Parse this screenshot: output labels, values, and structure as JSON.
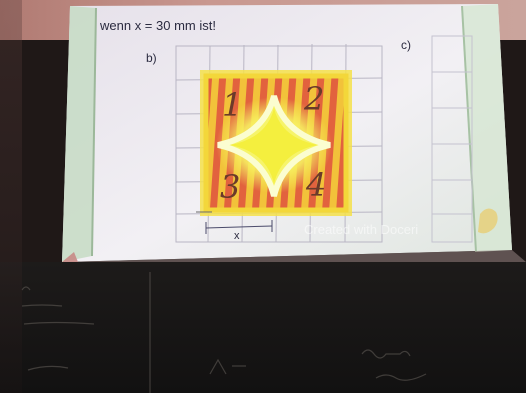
{
  "slide": {
    "heading": "wenn x = 30 mm ist!",
    "label_b": "b)",
    "label_c": "c)",
    "dimension_label": "x",
    "watermark": "Created with Doceri",
    "quadrant_numbers": [
      "1",
      "2",
      "3",
      "4"
    ]
  },
  "colors": {
    "wall": "#c49088",
    "screen": "#ece7ee",
    "frame": "#cfe0cf",
    "square_fill": "#f0c62e",
    "stripe": "#e0643f",
    "star": "#ffffff",
    "star_glow": "#f5ff6a",
    "chalkboard": "#181615"
  }
}
